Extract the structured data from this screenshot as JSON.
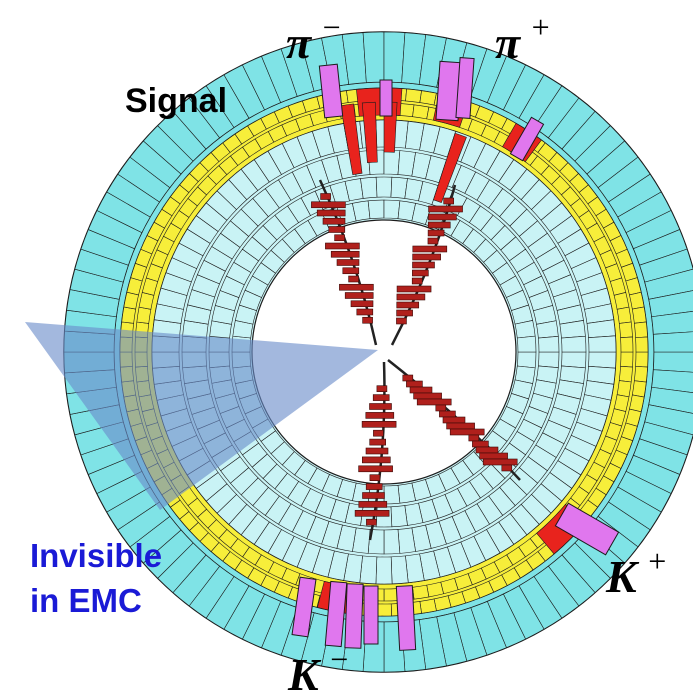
{
  "labels": {
    "signal": "Signal",
    "invisible_line1": "Invisible",
    "invisible_line2": "in EMC",
    "pi_minus": {
      "base": "π",
      "charge": "−"
    },
    "pi_plus": {
      "base": "π",
      "charge": "+"
    },
    "k_plus": {
      "base": "K",
      "charge": "+"
    },
    "k_minus": {
      "base": "K",
      "charge": "−"
    }
  },
  "colors": {
    "outer_ring": "#7fe3e6",
    "inner_rings": "#c9f3f5",
    "yellow_ring": "#f7ee3a",
    "hit_red": "#e8231d",
    "track_red": "#b0201c",
    "muon_magenta": "#e077ee",
    "cone_blue": "#6a8cc9",
    "invisible_text": "#1a1ad6",
    "outline": "#1c1c1c"
  }
}
